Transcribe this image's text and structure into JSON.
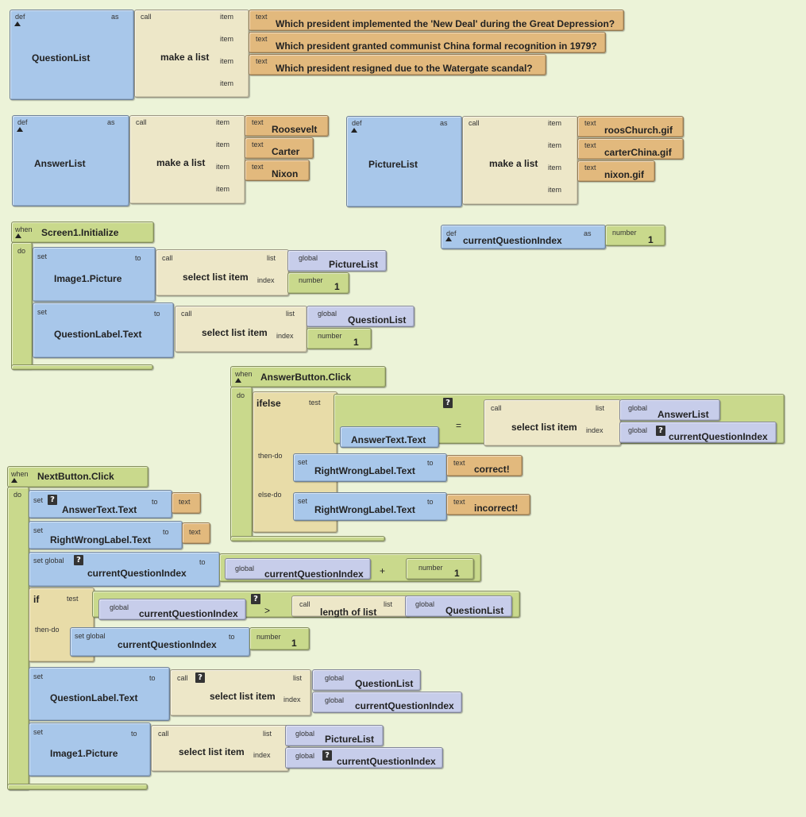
{
  "questionlist": {
    "def": "def",
    "as": "as",
    "name": "QuestionList",
    "call": "call",
    "make_list": "make a list",
    "item": "item",
    "text_kw": "text",
    "items": [
      "Which president implemented the 'New Deal' during the Great Depression?",
      "Which president granted communist China formal recognition in 1979?",
      "Which president resigned due to the Watergate scandal?"
    ]
  },
  "answerlist": {
    "def": "def",
    "as": "as",
    "name": "AnswerList",
    "call": "call",
    "make_list": "make a list",
    "item": "item",
    "text_kw": "text",
    "items": [
      "Roosevelt",
      "Carter",
      "Nixon"
    ]
  },
  "picturelist": {
    "def": "def",
    "as": "as",
    "name": "PictureList",
    "call": "call",
    "make_list": "make a list",
    "item": "item",
    "text_kw": "text",
    "items": [
      "roosChurch.gif",
      "carterChina.gif",
      "nixon.gif"
    ]
  },
  "current_index_def": {
    "def": "def",
    "name": "currentQuestionIndex",
    "as": "as",
    "number_kw": "number",
    "value": "1"
  },
  "screen_init": {
    "when": "when",
    "event": "Screen1.Initialize",
    "do": "do",
    "set1": {
      "set": "set",
      "target": "Image1.Picture",
      "to": "to",
      "call": "call",
      "func": "select list item",
      "list": "list",
      "index": "index",
      "global": "global",
      "list_name": "PictureList",
      "number_kw": "number",
      "index_value": "1"
    },
    "set2": {
      "set": "set",
      "target": "QuestionLabel.Text",
      "to": "to",
      "call": "call",
      "func": "select list item",
      "list": "list",
      "index": "index",
      "global": "global",
      "list_name": "QuestionList",
      "number_kw": "number",
      "index_value": "1"
    }
  },
  "answer_click": {
    "when": "when",
    "event": "AnswerButton.Click",
    "do": "do",
    "ifelse": "ifelse",
    "test": "test",
    "then_do": "then-do",
    "else_do": "else-do",
    "q": "?",
    "eq": "=",
    "lhs": "AnswerText.Text",
    "call": "call",
    "func": "select list item",
    "list": "list",
    "index": "index",
    "global": "global",
    "list_name": "AnswerList",
    "index_name": "currentQuestionIndex",
    "then": {
      "set": "set",
      "target": "RightWrongLabel.Text",
      "to": "to",
      "text_kw": "text",
      "value": "correct!"
    },
    "else": {
      "set": "set",
      "target": "RightWrongLabel.Text",
      "to": "to",
      "text_kw": "text",
      "value": "incorrect!"
    }
  },
  "next_click": {
    "when": "when",
    "event": "NextButton.Click",
    "do": "do",
    "q": "?",
    "set1": {
      "set": "set",
      "target": "AnswerText.Text",
      "to": "to",
      "text_kw": "text"
    },
    "set2": {
      "set": "set",
      "target": "RightWrongLabel.Text",
      "to": "to",
      "text_kw": "text"
    },
    "set3": {
      "set_global": "set global",
      "target": "currentQuestionIndex",
      "to": "to",
      "global": "global",
      "var": "currentQuestionIndex",
      "plus": "+",
      "number_kw": "number",
      "num": "1"
    },
    "if_block": {
      "if": "if",
      "test": "test",
      "then_do": "then-do",
      "global": "global",
      "var": "currentQuestionIndex",
      "gt": ">",
      "call": "call",
      "func": "length of list",
      "list": "list",
      "list_name": "QuestionList",
      "inner": {
        "set_global": "set global",
        "target": "currentQuestionIndex",
        "to": "to",
        "number_kw": "number",
        "num": "1"
      }
    },
    "set4": {
      "set": "set",
      "target": "QuestionLabel.Text",
      "to": "to",
      "call": "call",
      "func": "select list item",
      "list": "list",
      "index": "index",
      "global": "global",
      "list_name": "QuestionList",
      "index_name": "currentQuestionIndex"
    },
    "set5": {
      "set": "set",
      "target": "Image1.Picture",
      "to": "to",
      "call": "call",
      "func": "select list item",
      "list": "list",
      "index": "index",
      "global": "global",
      "list_name": "PictureList",
      "index_name": "currentQuestionIndex"
    }
  }
}
